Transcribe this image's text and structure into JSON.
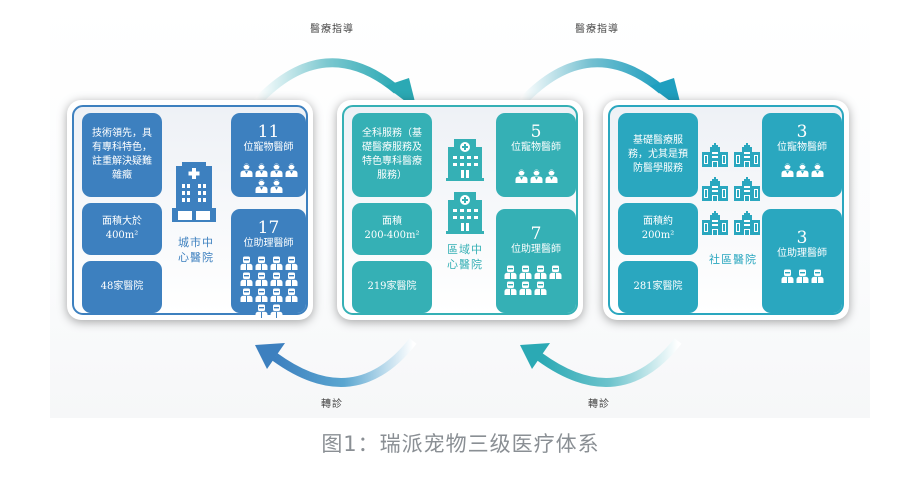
{
  "colors": {
    "city_blue": "#3d80bf",
    "regional_teal": "#35b0b5",
    "community_teal": "#2aa7bf",
    "caption_gray": "#8a8f94"
  },
  "arrows": {
    "top_left_label": "醫療指導",
    "top_right_label": "醫療指導",
    "bottom_left_label": "轉診",
    "bottom_right_label": "轉診"
  },
  "panels": [
    {
      "id": "city",
      "center_label": "城市中\n心醫院",
      "description": "技術領先，具有專科特色，註重解決疑難雜癥",
      "area": "面積大於\n400m²",
      "count": "48家醫院",
      "vets": {
        "number": "11",
        "label": "位寵物醫師",
        "icons": 6
      },
      "assistants": {
        "number": "17",
        "label": "位助理醫師",
        "icons": 14
      },
      "building_icon": "hospital-building-icon"
    },
    {
      "id": "regional",
      "center_label": "區域中\n心醫院",
      "description": "全科服務（基礎醫療服務及特色專科醫療服務）",
      "area": "面積\n200-400m²",
      "count": "219家醫院",
      "vets": {
        "number": "5",
        "label": "位寵物醫師",
        "icons": 3
      },
      "assistants": {
        "number": "7",
        "label": "位助理醫師",
        "icons": 7
      },
      "building_icon": "hospital-building-icon"
    },
    {
      "id": "community",
      "center_label": "社區醫院",
      "description": "基礎醫療服務，尤其是預防醫學服務",
      "area": "面積約\n200m²",
      "count": "281家醫院",
      "vets": {
        "number": "3",
        "label": "位寵物醫師",
        "icons": 3
      },
      "assistants": {
        "number": "3",
        "label": "位助理醫師",
        "icons": 3
      },
      "building_icon": "clinic-building-icon"
    }
  ],
  "caption": "图1：瑞派宠物三级医疗体系"
}
